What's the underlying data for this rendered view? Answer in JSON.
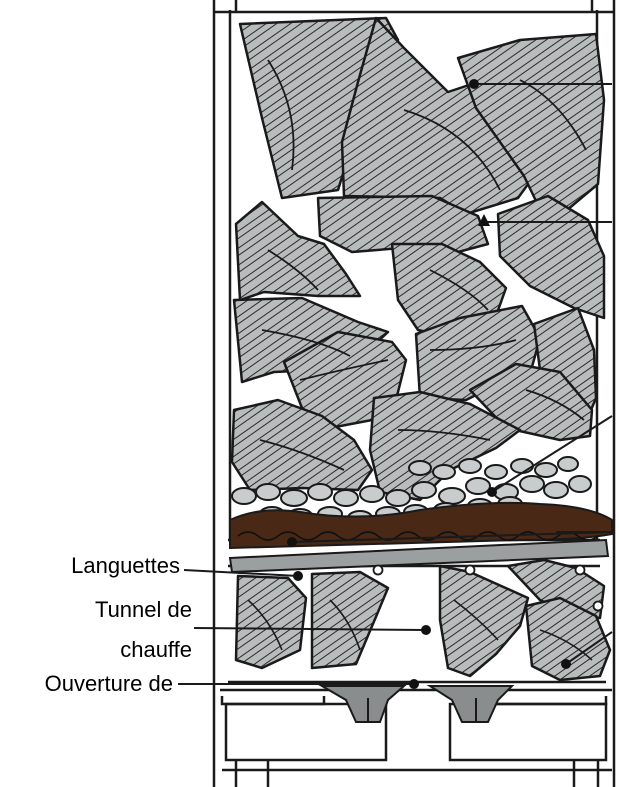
{
  "labels": {
    "languettes": "Languettes",
    "tunnel_line1": "Tunnel de",
    "tunnel_line2": "chauffe",
    "ouverture": "Ouverture de"
  },
  "colors": {
    "wood_fill": "#b9bcbd",
    "wood_stroke": "#1a1a1a",
    "stone_fill": "#c9cccd",
    "ember": "#4a2816",
    "plate": "#9c9fa0",
    "outline": "#1a1a1a"
  },
  "icons": {
    "leader_dot": "filled-circle",
    "air_hole": "open-circle"
  }
}
